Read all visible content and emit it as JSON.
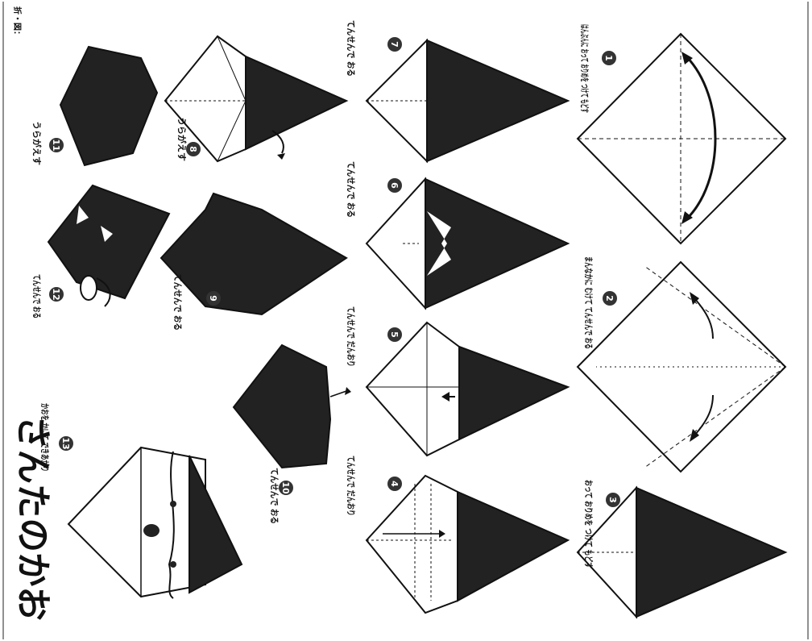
{
  "title": "さんたのかお",
  "footer": "折・図：",
  "steps": [
    {
      "num": "1",
      "caption": "はんぶんに おって おりめを つけて もどす"
    },
    {
      "num": "2",
      "caption": "まんなかに むけて てんせんで おる"
    },
    {
      "num": "3",
      "caption": "おって おりめを つけて もどす"
    },
    {
      "num": "4",
      "caption": "てんせんで だんおり"
    },
    {
      "num": "5",
      "caption": "てんせんで だんおり"
    },
    {
      "num": "6",
      "caption": "てんせんで おる"
    },
    {
      "num": "7",
      "caption": "てんせんで おる"
    },
    {
      "num": "8",
      "caption": "うらがえす"
    },
    {
      "num": "9",
      "caption": "てんせんで おる"
    },
    {
      "num": "10",
      "caption": "てんせんで おる"
    },
    {
      "num": "11",
      "caption": "うらがえす"
    },
    {
      "num": "12",
      "caption": "てんせんで おる"
    },
    {
      "num": "13",
      "caption": "かおを かいて できあがり"
    }
  ]
}
